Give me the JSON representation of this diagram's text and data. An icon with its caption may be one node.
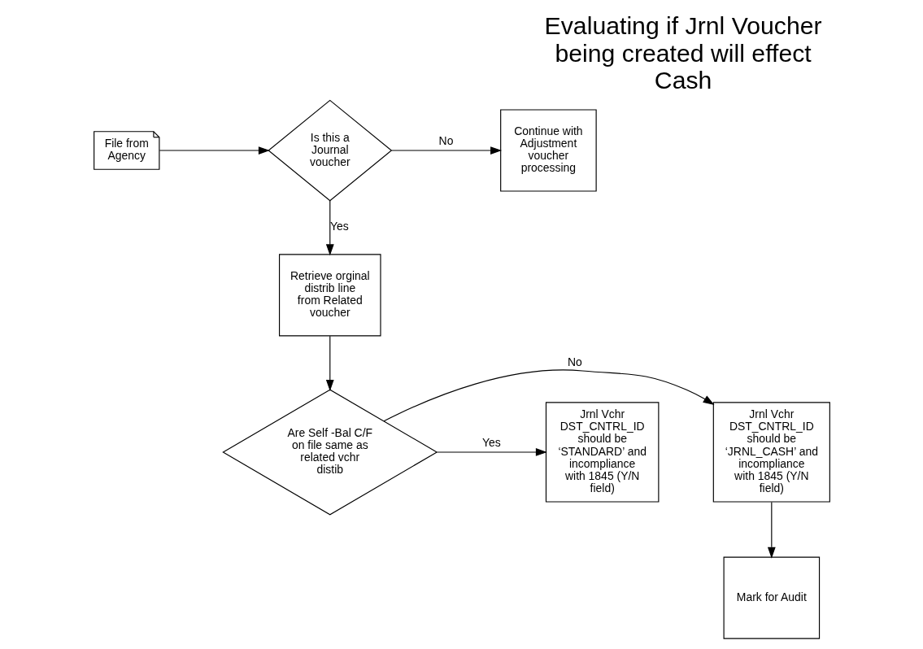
{
  "diagram": {
    "title": "Evaluating if Jrnl Voucher being created will effect Cash",
    "nodes": [
      {
        "text": [
          "File from Agency"
        ]
      },
      {
        "text": [
          "Is this a Journal voucher"
        ]
      },
      {
        "text": [
          "Continue with Adjustment voucher processing"
        ]
      },
      {
        "text": [
          "Retrieve orginal distrib line from Related voucher"
        ]
      },
      {
        "text": [
          "Are Self -Bal C/F on file same as related vchr distib"
        ]
      },
      {
        "text": [
          "Jrnl Vchr DST_CNTRL_ID should be ‘JRNL_CASH’ and incompliance with 1845 (Y/N field)"
        ]
      },
      {
        "text": [
          "Jrnl Vchr DST_CNTRL_ID should be ‘STANDARD’ and incompliance with 1845 (Y/N field)"
        ]
      },
      {
        "text": [
          "Mark for Audit"
        ]
      }
    ],
    "edges": [
      {
        "from": 0,
        "to": 1,
        "arrow": "to"
      },
      {
        "from": 1,
        "to": 2,
        "arrow": "to",
        "label": "No"
      },
      {
        "from": 1,
        "to": 3,
        "arrow": "to",
        "label": "Yes"
      },
      {
        "from": 3,
        "to": 4,
        "arrow": "to"
      },
      {
        "from": 4,
        "to": 5,
        "arrow": "to",
        "label": "No"
      },
      {
        "from": 4,
        "to": 6,
        "arrow": "to",
        "label": "Yes"
      },
      {
        "from": 5,
        "to": 7,
        "arrow": "to"
      }
    ]
  }
}
